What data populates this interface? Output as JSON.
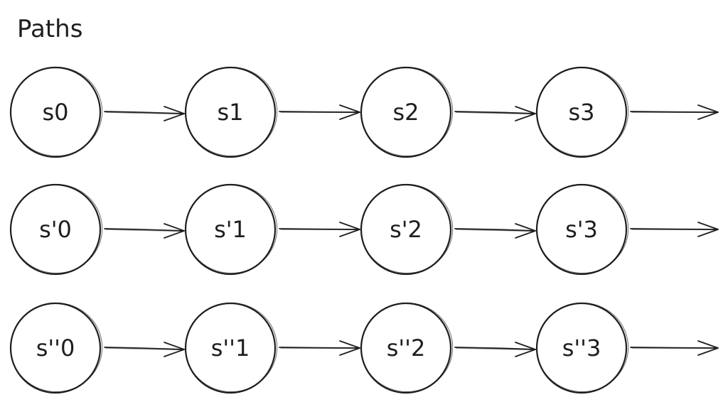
{
  "title": "Paths",
  "stroke_color": "#1e1e1e",
  "background_color": "#ffffff",
  "paths": [
    {
      "nodes": [
        "s0",
        "s1",
        "s2",
        "s3"
      ]
    },
    {
      "nodes": [
        "s'0",
        "s'1",
        "s'2",
        "s'3"
      ]
    },
    {
      "nodes": [
        "s''0",
        "s''1",
        "s''2",
        "s''3"
      ]
    }
  ]
}
